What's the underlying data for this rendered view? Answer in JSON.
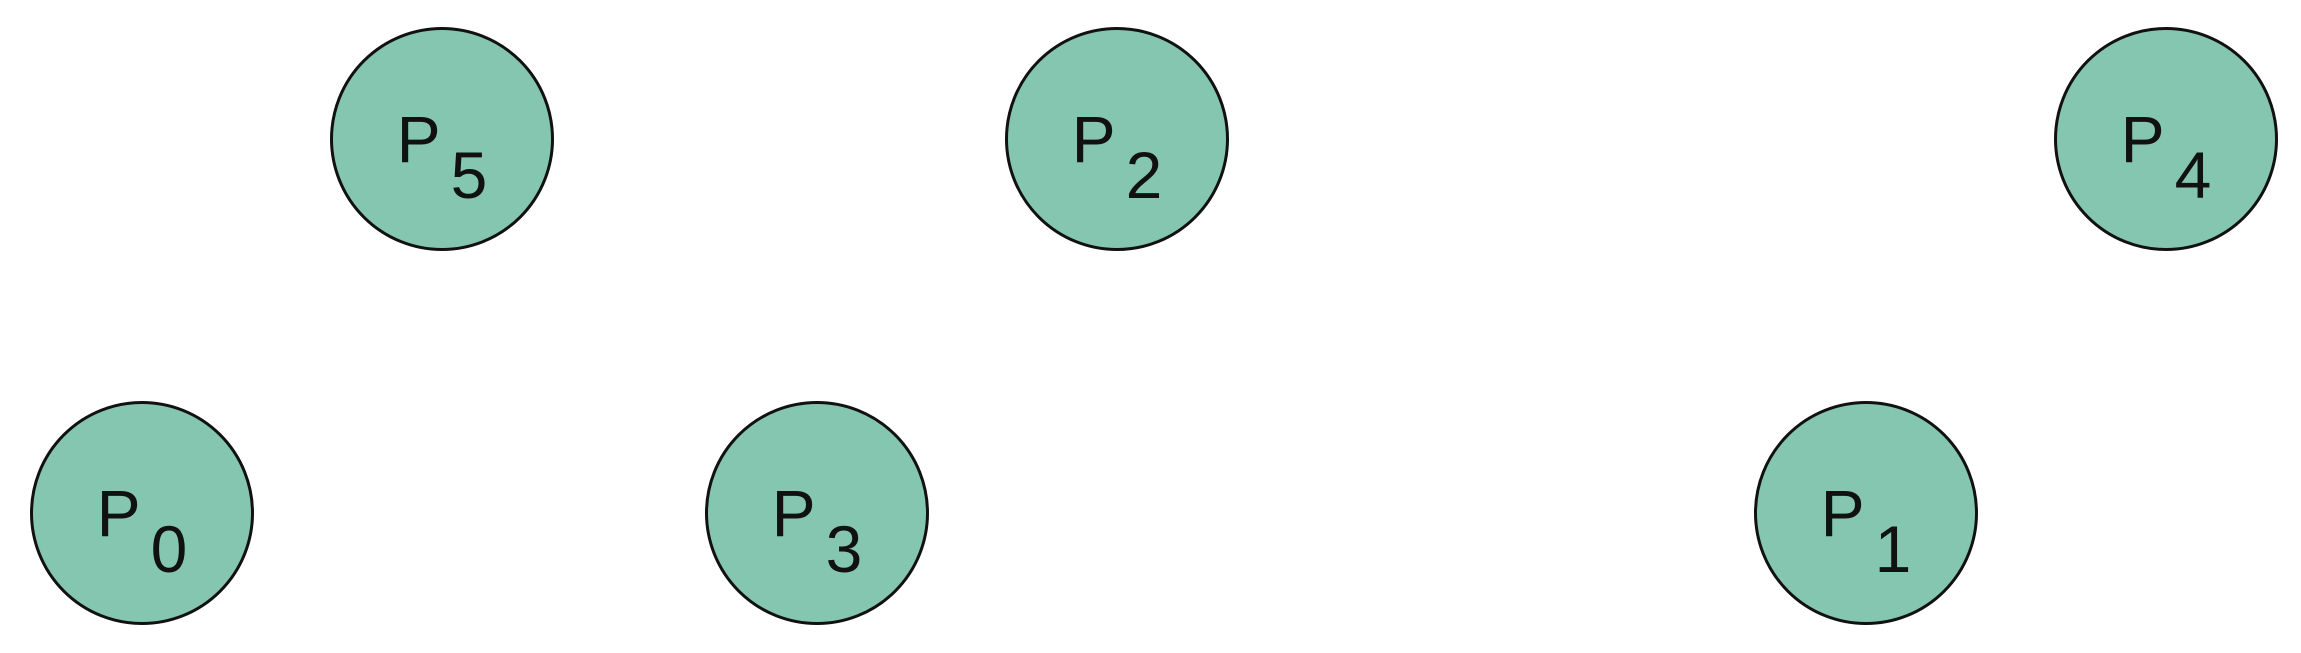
{
  "diagram": {
    "node_color": "#85c6b0",
    "stroke_color": "#111111",
    "nodes": [
      {
        "id": "P5",
        "letter": "P",
        "subscript": "5"
      },
      {
        "id": "P2",
        "letter": "P",
        "subscript": "2"
      },
      {
        "id": "P4",
        "letter": "P",
        "subscript": "4"
      },
      {
        "id": "P0",
        "letter": "P",
        "subscript": "0"
      },
      {
        "id": "P3",
        "letter": "P",
        "subscript": "3"
      },
      {
        "id": "P1",
        "letter": "P",
        "subscript": "1"
      }
    ]
  }
}
